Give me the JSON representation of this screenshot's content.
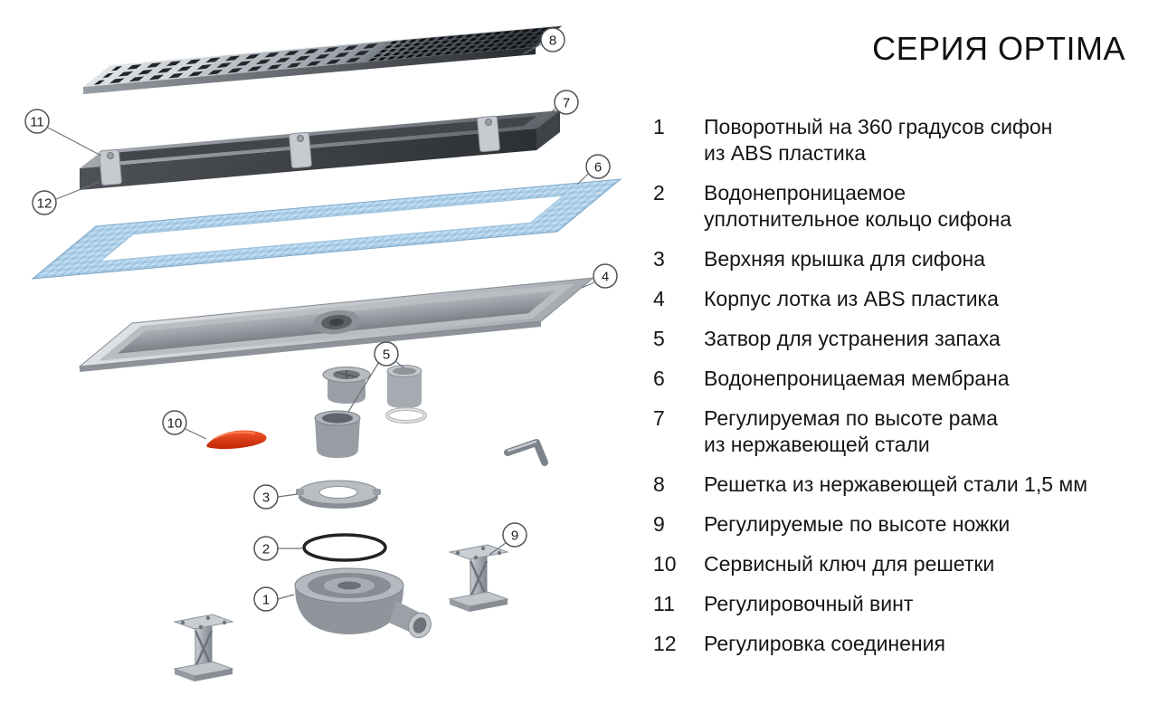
{
  "title": "СЕРИЯ OPTIMA",
  "parts_list": {
    "items": [
      {
        "num": "1",
        "label": "Поворотный на 360 градусов сифон\nиз ABS пластика"
      },
      {
        "num": "2",
        "label": "Водонепроницаемое\nуплотнительное кольцо сифона"
      },
      {
        "num": "3",
        "label": "Верхняя крышка для сифона"
      },
      {
        "num": "4",
        "label": "Корпус лотка из ABS пластика"
      },
      {
        "num": "5",
        "label": "Затвор для устранения запаха"
      },
      {
        "num": "6",
        "label": "Водонепроницаемая мембрана"
      },
      {
        "num": "7",
        "label": "Регулируемая по высоте рама\nиз нержавеющей стали"
      },
      {
        "num": "8",
        "label": "Решетка из нержавеющей стали 1,5 мм"
      },
      {
        "num": "9",
        "label": "Регулируемые по высоте ножки"
      },
      {
        "num": "10",
        "label": "Сервисный ключ для решетки"
      },
      {
        "num": "11",
        "label": "Регулировочный винт"
      },
      {
        "num": "12",
        "label": "Регулировка соединения"
      }
    ]
  },
  "diagram": {
    "callouts": {
      "c1": "1",
      "c2": "2",
      "c3": "3",
      "c4": "4",
      "c5": "5",
      "c6": "6",
      "c7": "7",
      "c8": "8",
      "c9": "9",
      "c10": "10",
      "c11": "11",
      "c12": "12"
    },
    "colors": {
      "membrane_blue": "#aecfe9",
      "service_key_red": "#d92e0b",
      "metal_light": "#d9dde1",
      "metal_dark": "#2e3338"
    }
  }
}
